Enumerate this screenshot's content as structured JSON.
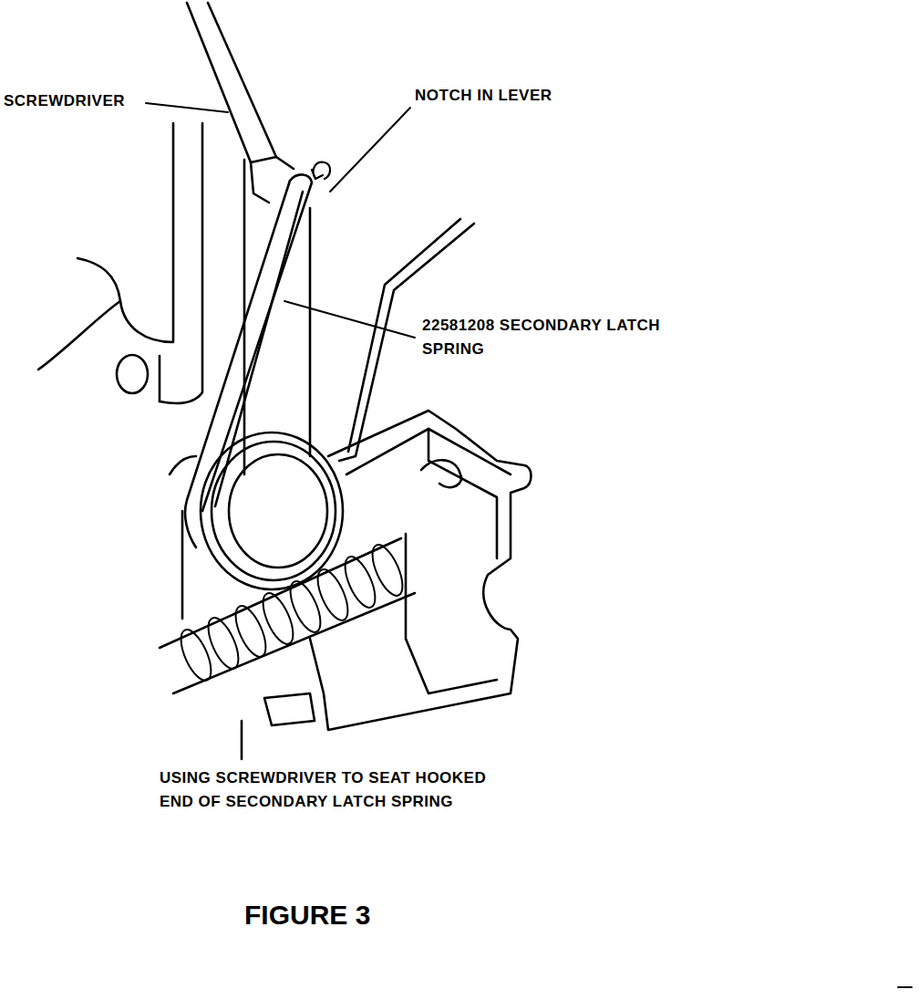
{
  "diagram": {
    "caption": "FIGURE 3",
    "labels": [
      "SCREWDRIVER",
      "NOTCH IN LEVER",
      "22581208 SECONDARY LATCH SPRING",
      "USING SCREWDRIVER TO SEAT HOOKED END OF SECONDARY LATCH SPRING"
    ]
  }
}
